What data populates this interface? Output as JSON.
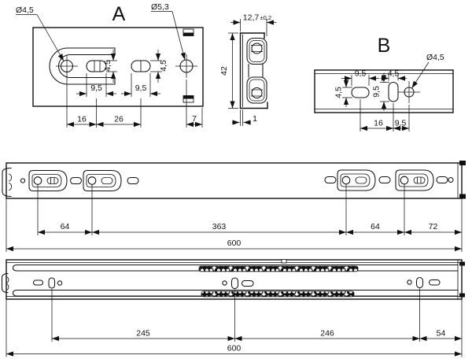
{
  "colors": {
    "line": "#111111",
    "background": "#ffffff"
  },
  "detail_a": {
    "label": "A",
    "callout_hole_small": "Ø4,5",
    "callout_hole_large": "Ø5,3",
    "dim_slot1_height": "4,5",
    "dim_slot2_height": "4,5",
    "dim_slot1_width": "9,5",
    "dim_slot2_width": "9,5",
    "dim_hole_to_slot1": "16",
    "dim_slot1_to_slot2": "26",
    "dim_hole_to_edge": "7"
  },
  "cross_section": {
    "dim_width": "12,7",
    "dim_width_tolerance": "±0,2",
    "dim_height": "42",
    "dim_thickness": "1"
  },
  "detail_b": {
    "label": "B",
    "callout_hole": "Ø4,5",
    "dim_hslot_width": "9,5",
    "dim_hslot_height": "4,5",
    "dim_vslot_width": "4,5",
    "dim_vslot_height": "9,5",
    "dim_hslot_to_vslot": "16",
    "dim_vslot_to_hole": "9,5"
  },
  "extended_view": {
    "dim_hole1_to_hole2": "64",
    "dim_hole2_to_hole3": "363",
    "dim_hole3_to_hole4": "64",
    "dim_hole4_to_end": "72",
    "dim_total_length": "600"
  },
  "closed_view": {
    "dim_left_to_center": "245",
    "dim_center_to_right": "246",
    "dim_right_to_end": "54",
    "dim_total_length": "600"
  }
}
